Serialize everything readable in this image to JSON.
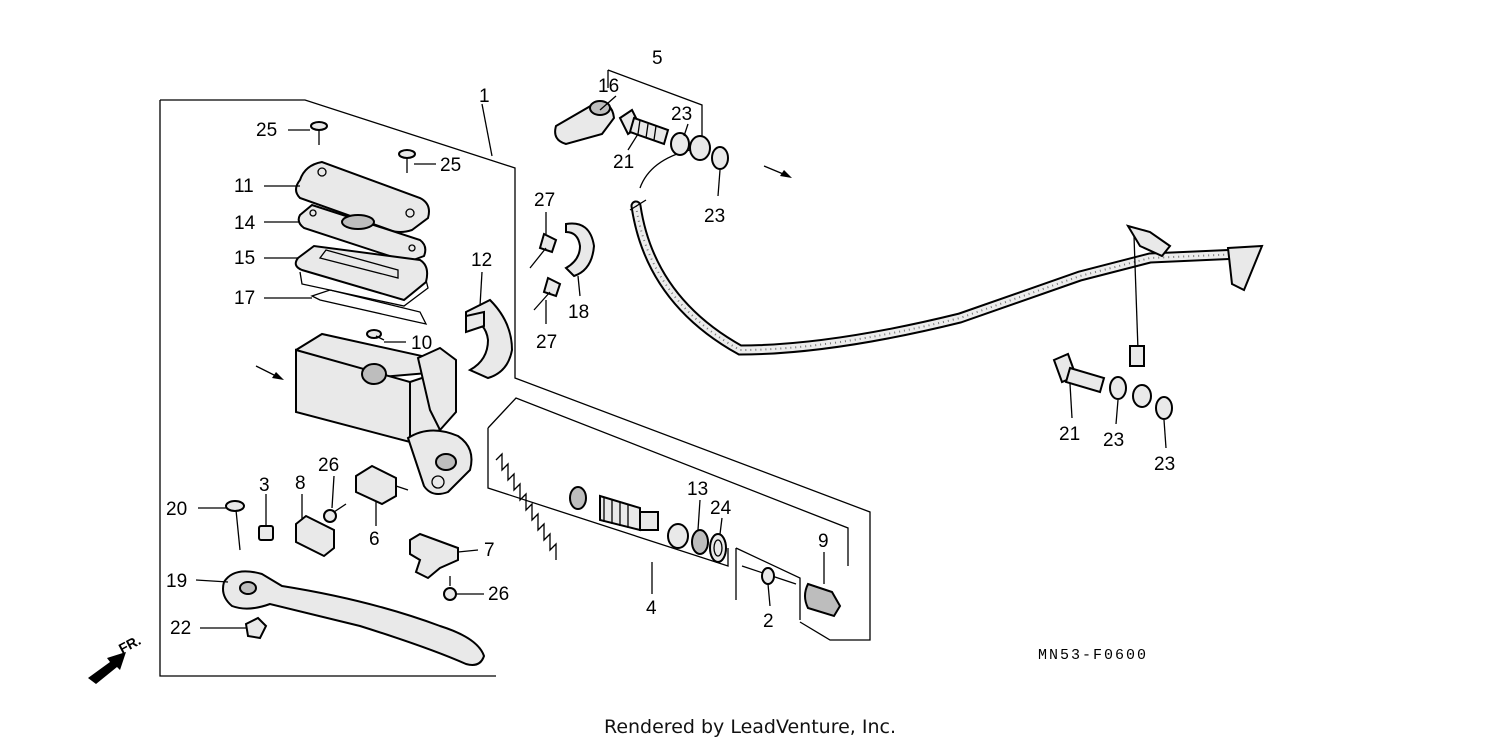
{
  "diagram": {
    "callouts": [
      "1",
      "2",
      "3",
      "4",
      "5",
      "6",
      "7",
      "8",
      "9",
      "10",
      "11",
      "12",
      "13",
      "14",
      "15",
      "16",
      "17",
      "18",
      "19",
      "20",
      "21",
      "22",
      "23",
      "24",
      "25",
      "26",
      "27"
    ],
    "diagram_code": "MN53-F0600",
    "direction_label": "FR.",
    "credit": "Rendered by LeadVenture, Inc."
  }
}
